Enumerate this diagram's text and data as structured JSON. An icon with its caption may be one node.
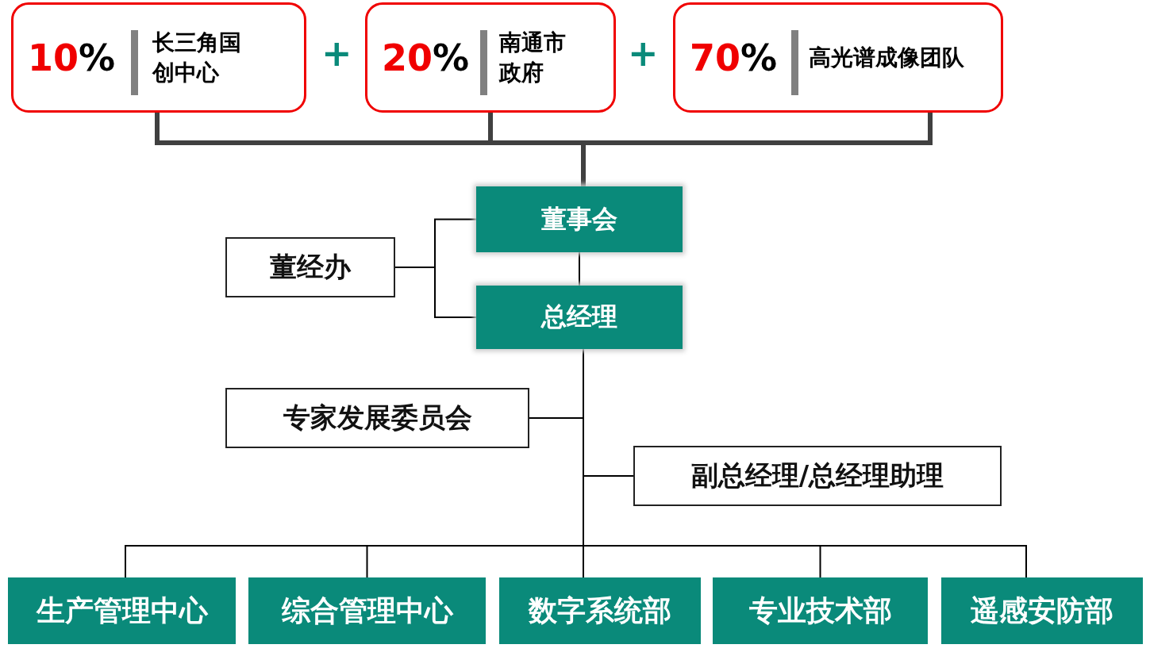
{
  "diagram": {
    "nodes": [
      {
        "text": [
          "10%",
          "长三角国创中心"
        ]
      },
      {
        "text": [
          "20%",
          "南通市政府"
        ]
      },
      {
        "text": [
          "70%",
          "高光谱成像团队"
        ]
      },
      {
        "text": [
          "董事会"
        ]
      },
      {
        "text": [
          "董经办"
        ]
      },
      {
        "text": [
          "总经理"
        ]
      },
      {
        "text": [
          "专家发展委员会"
        ]
      },
      {
        "text": [
          "副总经理/总经理助理"
        ]
      },
      {
        "text": [
          "生产管理中心"
        ]
      },
      {
        "text": [
          "综合管理中心"
        ]
      },
      {
        "text": [
          "数字系统部"
        ]
      },
      {
        "text": [
          "专业技术部"
        ]
      },
      {
        "text": [
          "遥感安防部"
        ]
      }
    ],
    "edges": [
      {
        "from": 0,
        "to": 3,
        "arrow": "none",
        "style": "thick",
        "color": "#404040"
      },
      {
        "from": 1,
        "to": 3,
        "arrow": "none",
        "style": "thick",
        "color": "#404040"
      },
      {
        "from": 2,
        "to": 3,
        "arrow": "none",
        "style": "thick",
        "color": "#404040"
      },
      {
        "from": 4,
        "to": 3,
        "arrow": "none"
      },
      {
        "from": 4,
        "to": 5,
        "arrow": "none"
      },
      {
        "from": 3,
        "to": 5,
        "arrow": "none"
      },
      {
        "from": 5,
        "to": 6,
        "arrow": "none"
      },
      {
        "from": 5,
        "to": 7,
        "arrow": "none"
      },
      {
        "from": 5,
        "to": 8,
        "arrow": "none"
      },
      {
        "from": 5,
        "to": 9,
        "arrow": "none"
      },
      {
        "from": 5,
        "to": 10,
        "arrow": "none"
      },
      {
        "from": 5,
        "to": 11,
        "arrow": "none"
      },
      {
        "from": 5,
        "to": 12,
        "arrow": "none"
      }
    ],
    "labels": [
      "+",
      "+"
    ]
  }
}
